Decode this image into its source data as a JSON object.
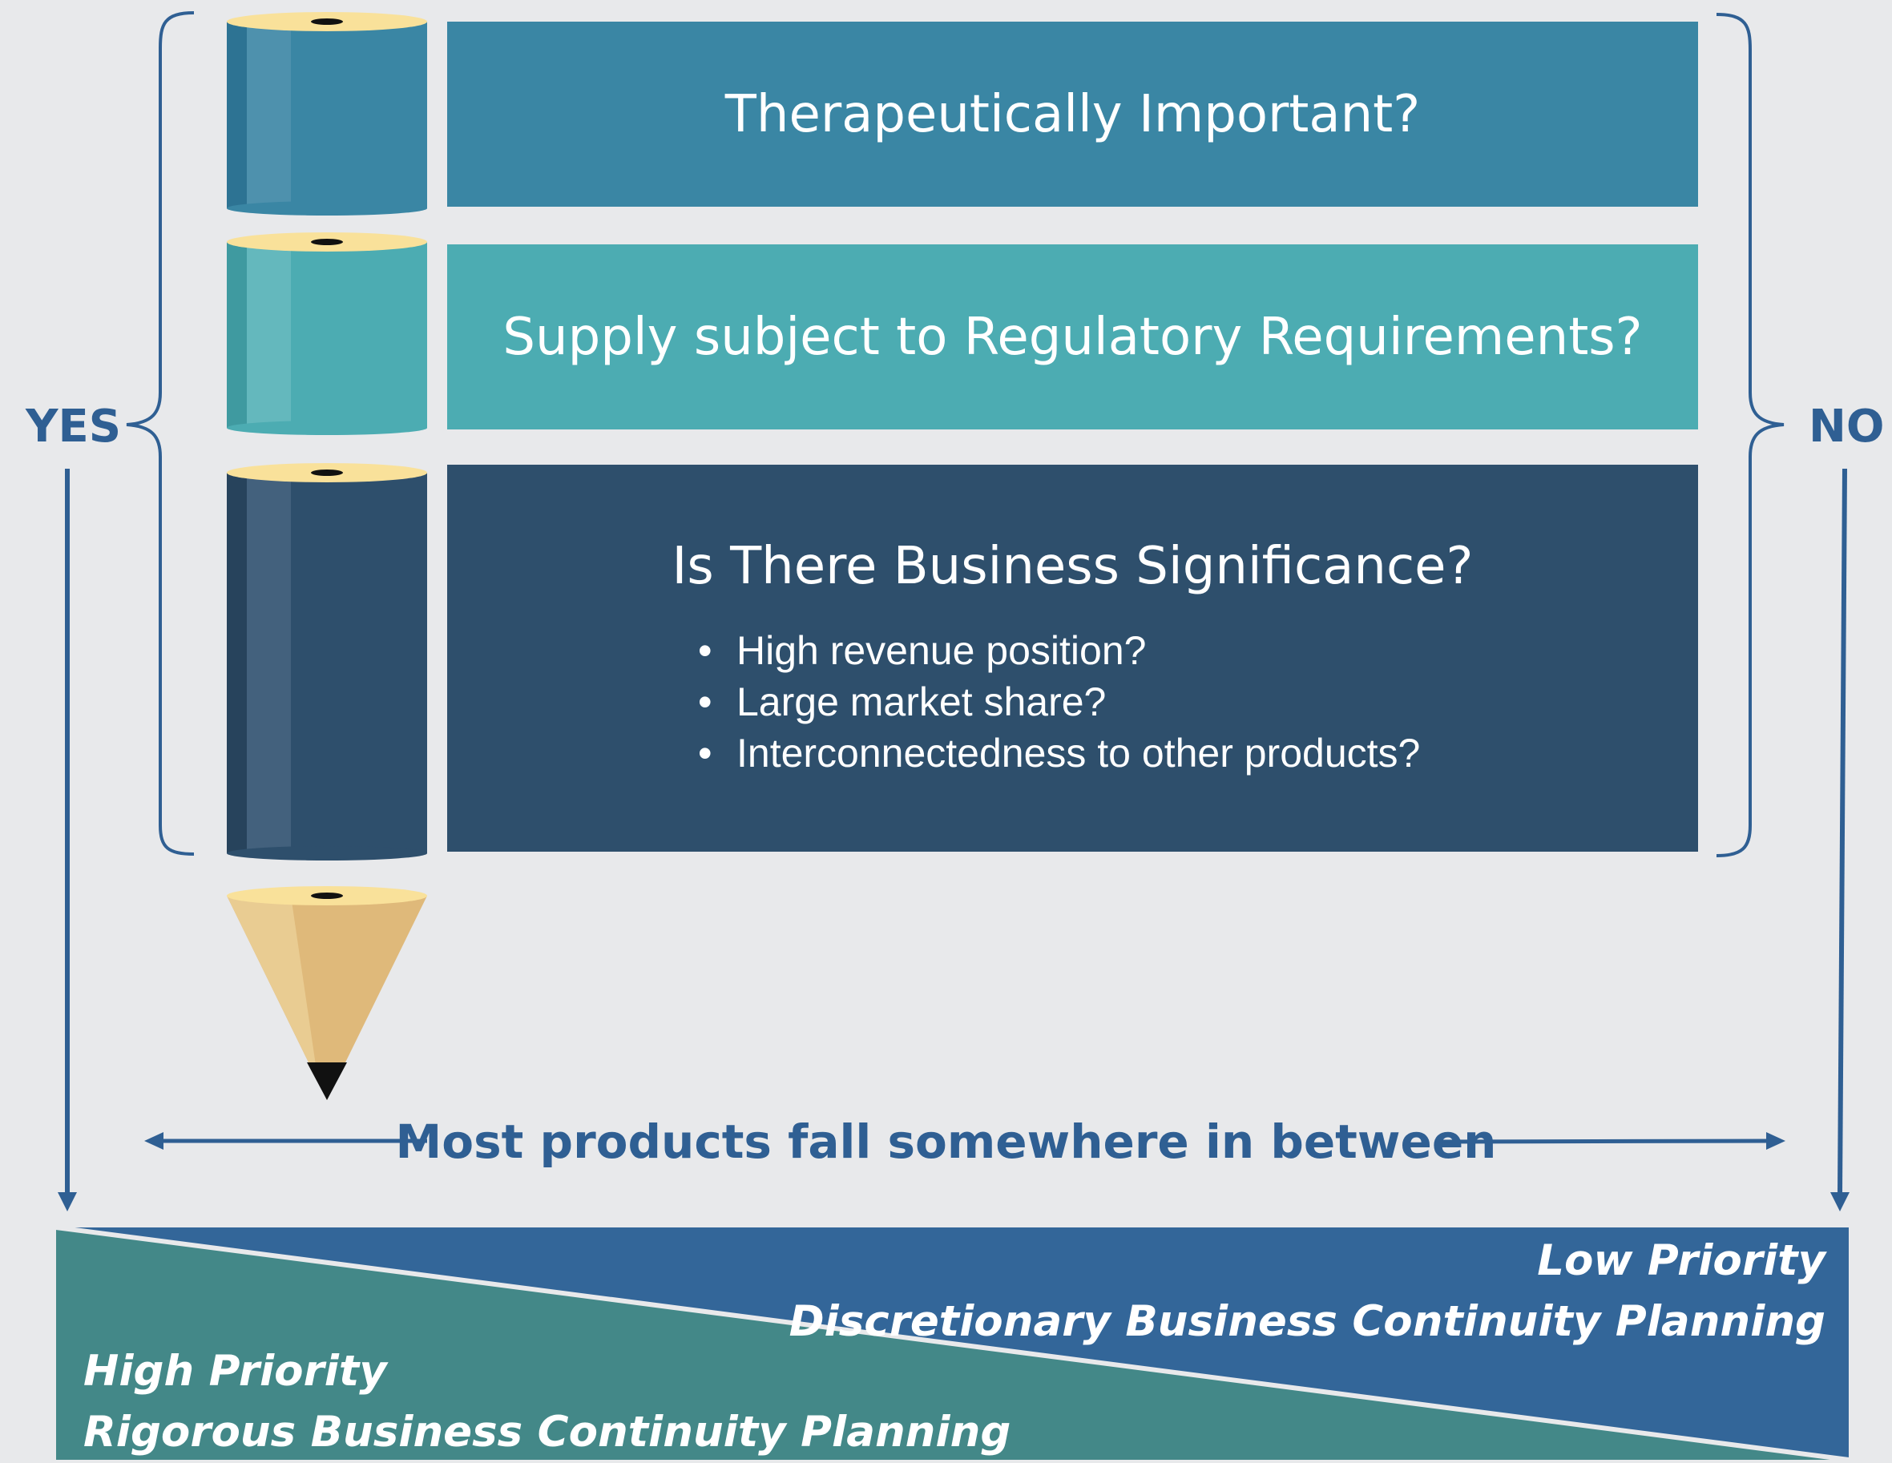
{
  "questions": [
    {
      "title": "Therapeutically Important?"
    },
    {
      "title": "Supply subject to Regulatory Requirements?"
    },
    {
      "title": "Is There Business Significance?",
      "bullets": [
        "High revenue position?",
        "Large market share?",
        "Interconnectedness to other products?"
      ]
    }
  ],
  "labels": {
    "yes": "YES",
    "no": "NO",
    "between": "Most products fall somewhere in between"
  },
  "low_priority": {
    "line1": "Low Priority",
    "line2": "Discretionary Business Continuity Planning"
  },
  "high_priority": {
    "line1": "High Priority",
    "line2": "Rigorous Business Continuity Planning"
  },
  "colors": {
    "box1": "#3a86a4",
    "box2": "#4cacb2",
    "box3": "#2e4f6c",
    "accent_text": "#2f5f93",
    "low_band": "#336699",
    "high_band": "#438888",
    "pencil_wood": "#dfb97a",
    "pencil_tip": "#111111"
  }
}
